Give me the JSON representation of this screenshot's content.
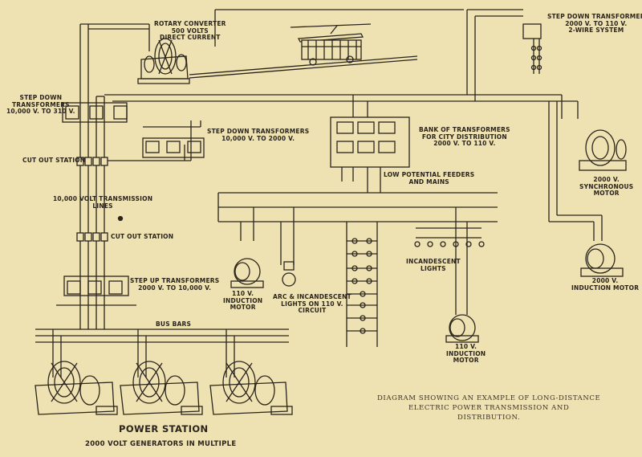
{
  "colors": {
    "paper": "#eee2b2",
    "ink": "#2a241c"
  },
  "labels": {
    "rotary_converter": [
      "ROTARY CONVERTER",
      "500 VOLTS",
      "DIRECT CURRENT"
    ],
    "step_down_transformer_2wire": [
      "STEP DOWN TRANSFORMER",
      "2000 V. TO 110 V.",
      "2-WIRE SYSTEM"
    ],
    "step_down_transformers_310": [
      "STEP DOWN",
      "TRANSFORMERS",
      "10,000 V. TO 310 V."
    ],
    "step_down_transformers_2000": [
      "STEP DOWN TRANSFORMERS",
      "10,000 V. TO 2000 V."
    ],
    "bank_of_transformers": [
      "BANK OF TRANSFORMERS",
      "FOR CITY DISTRIBUTION",
      "2000 V. TO 110 V."
    ],
    "cut_out_station_1": "CUT OUT STATION",
    "low_potential_feeders": [
      "LOW POTENTIAL FEEDERS",
      "AND MAINS"
    ],
    "synchronous_motor": [
      "2000 V.",
      "SYNCHRONOUS",
      "MOTOR"
    ],
    "transmission_lines": [
      "10,000 VOLT TRANSMISSION",
      "LINES"
    ],
    "cut_out_station_2": "CUT OUT STATION",
    "incandescent_lights": [
      "INCANDESCENT",
      "LIGHTS"
    ],
    "step_up_transformers": [
      "STEP UP TRANSFORMERS",
      "2000 V. TO 10,000 V."
    ],
    "induction_motor_110_left": [
      "110 V.",
      "INDUCTION",
      "MOTOR"
    ],
    "arc_lights": [
      "ARC & INCANDESCENT",
      "LIGHTS ON 110 V.",
      "CIRCUIT"
    ],
    "induction_motor_2000": [
      "2000 V.",
      "INDUCTION MOTOR"
    ],
    "bus_bars": "BUS BARS",
    "induction_motor_110_center": [
      "110 V.",
      "INDUCTION",
      "MOTOR"
    ],
    "power_station": "POWER STATION",
    "generators": "2000 VOLT GENERATORS IN MULTIPLE",
    "caption": [
      "DIAGRAM SHOWING AN EXAMPLE OF LONG-DISTANCE",
      "ELECTRIC POWER TRANSMISSION AND",
      "DISTRIBUTION."
    ]
  }
}
